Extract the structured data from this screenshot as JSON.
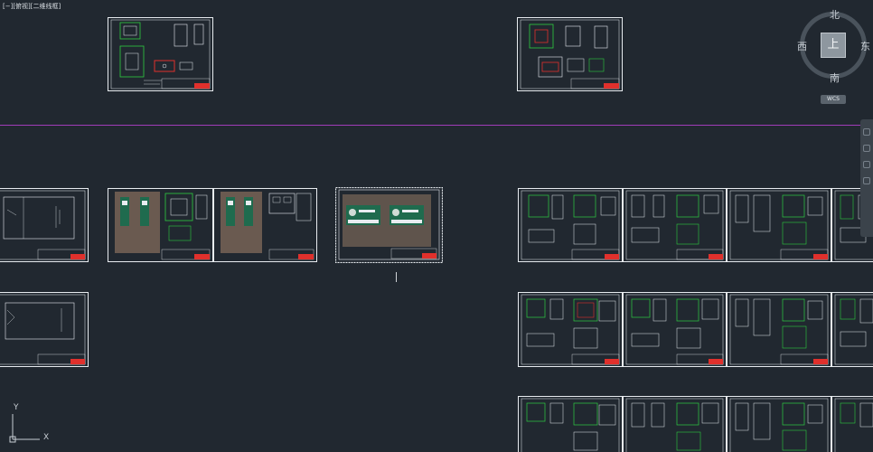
{
  "viewport": {
    "label": "[−][俯视][二维线框]"
  },
  "navcube": {
    "top_face": "上",
    "north": "北",
    "south": "南",
    "east": "东",
    "west": "西",
    "wcs_label": "WCS"
  },
  "ucs": {
    "x_label": "X",
    "y_label": "Y"
  },
  "colors": {
    "background": "#212830",
    "sheet_border": "#e8ecf0",
    "drawing_green": "#2ecc40",
    "title_red": "#e0302c",
    "separator_line": "#a03cb8"
  }
}
